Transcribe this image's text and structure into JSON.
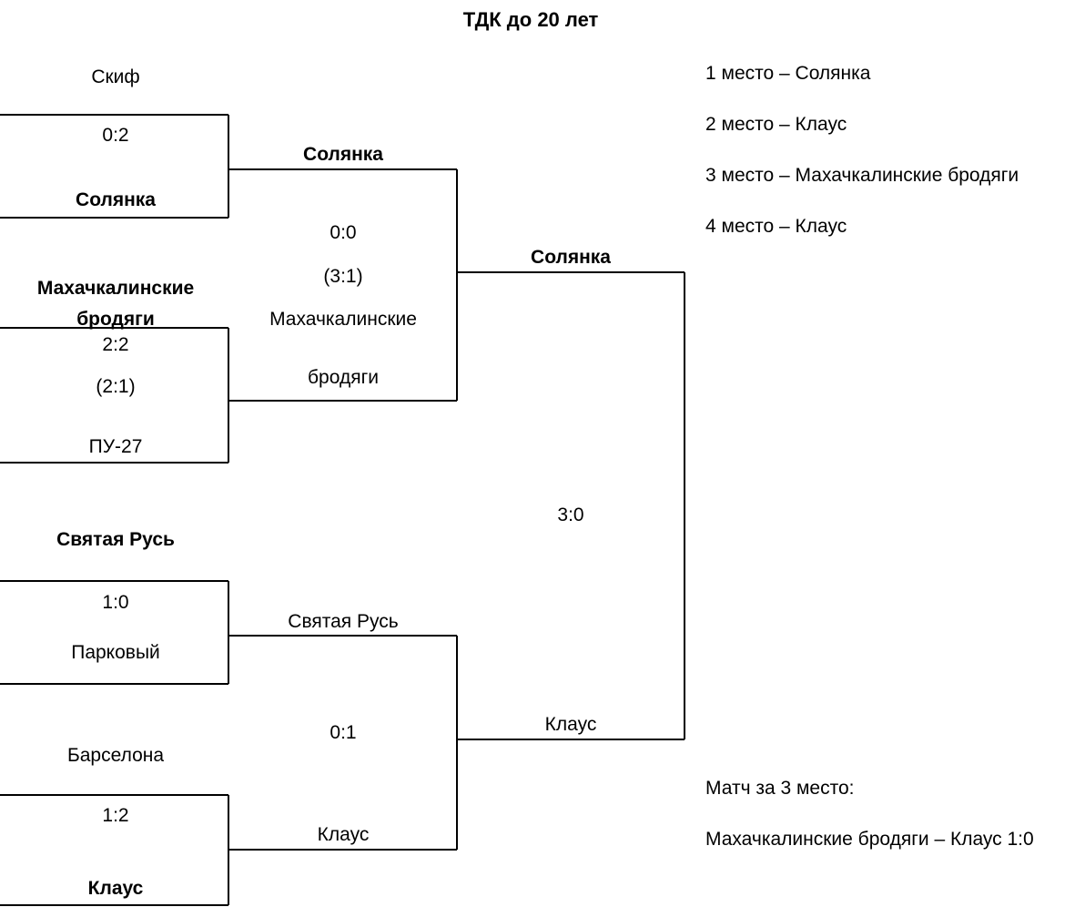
{
  "title": "ТДК до 20  лет",
  "round1": [
    {
      "top_team": "Скиф",
      "score": "0:2",
      "bottom_team": "Солянка"
    },
    {
      "top_team": "Махачкалинские",
      "top_team_line2": "бродяги",
      "score": "2:2",
      "penalties": "(2:1)",
      "bottom_team": "ПУ-27"
    },
    {
      "top_team": "Святая Русь",
      "score": "1:0",
      "bottom_team": "Парковый"
    },
    {
      "top_team": "Барселона",
      "score": "1:2",
      "bottom_team": "Клаус"
    }
  ],
  "semifinal_top": {
    "winner_a": "Солянка",
    "score": "0:0",
    "penalties": "(3:1)",
    "winner_b_line1": "Махачкалинские",
    "winner_b_line2": "бродяги"
  },
  "semifinal_bottom": {
    "winner_a": "Святая Русь",
    "score": "0:1",
    "winner_b": "Клаус"
  },
  "final": {
    "team_a": "Солянка",
    "score": "3:0",
    "team_b": "Клаус"
  },
  "standings": [
    "1 место – Солянка",
    "2 место – Клаус",
    "3 место – Махачкалинские бродяги",
    "4 место – Клаус"
  ],
  "third_place": {
    "label": "Матч за 3 место:",
    "result": "Махачкалинские бродяги – Клаус 1:0"
  }
}
